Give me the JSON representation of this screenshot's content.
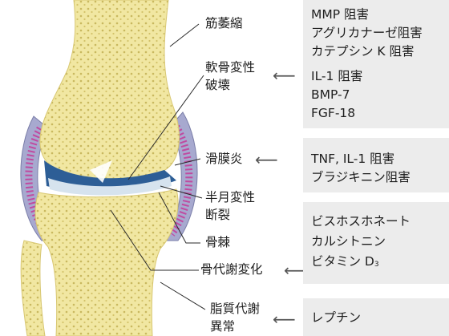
{
  "colors": {
    "bone": "#f1e7a2",
    "bone_dark": "#e2d37e",
    "bone_dot": "#c9b85f",
    "synovium": "#c04aa0",
    "capsule": "#8a8fb8",
    "cartilage": "#d6e3ee",
    "fluid": "#2d5e96",
    "panel": "#ececec"
  },
  "labels": {
    "muscle_atrophy": "筋萎縮",
    "cartilage_degeneration": [
      "軟骨変性",
      "破壊"
    ],
    "synovitis": "滑膜炎",
    "meniscus": [
      "半月変性",
      "断裂"
    ],
    "osteophyte": "骨棘",
    "bone_metabolism": "骨代謝変化",
    "lipid_metabolism": [
      "脂質代謝",
      "異常"
    ]
  },
  "treatments": {
    "cartilage": [
      "MMP 阻害",
      "アグリカナーゼ阻害",
      "カテプシン K 阻害",
      "IL-1 阻害",
      "BMP-7",
      "FGF-18"
    ],
    "synovitis": [
      "TNF, IL-1 阻害",
      "ブラジキニン阻害"
    ],
    "bone": [
      "ビスホスホネート",
      "カルシトニン"
    ],
    "vitamin": {
      "text": "ビタミン D",
      "sub": "3"
    },
    "lipid": [
      "レプチン"
    ]
  },
  "arrow_glyph": "⟵"
}
